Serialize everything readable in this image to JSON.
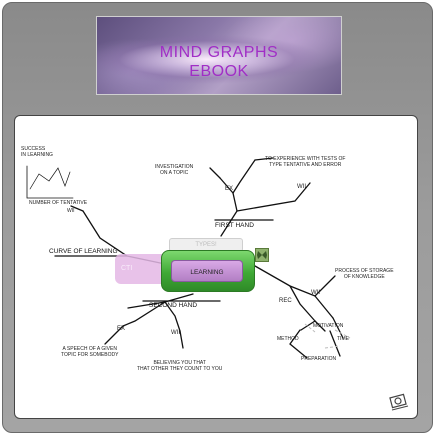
{
  "banner": {
    "line1": "MIND GRAPHS",
    "line2": "EBOOK"
  },
  "mindmap": {
    "center": "LEARNING",
    "types_label": "TYPES!",
    "cti_label": "CTI",
    "labels": {
      "success": "SUCCESS\nIN LEARNING",
      "tentative": "NUMBER OF TENTATIVE",
      "wii_chart": "WII",
      "curve": "CURVE OF LEARNING",
      "investigation": "INVESTIGATION\nON A TOPIC",
      "ex_top": "EX",
      "experience": "TO EXPERIENCE WITH TESTS OF\nTYPE TENTATIVE AND ERROR",
      "wii_top": "WII",
      "first_hand": "FIRST HAND",
      "second_hand": "SECOND HAND",
      "ex_bottom": "EX",
      "wii_bottom": "WII",
      "speech": "A SPEECH OF A GIVEN\nTOPIC FOR SOMEBODY",
      "believing": "BELIEVING YOU THAT\nTHAT OTHER THEY COUNT TO YOU",
      "process": "PROCESS OF STORAGE\nOF KNOWLEDGE",
      "rec": "REC",
      "wii_right": "WII",
      "motivation": "MOTIVATION",
      "method": "METHOD",
      "time": "TIME",
      "preparation": "PREPARATION"
    }
  },
  "colors": {
    "banner_text": "#a12ec6",
    "center_green": "#3fa935",
    "center_purple": "#b27fc4",
    "cti_pink": "#e4b8e6"
  }
}
